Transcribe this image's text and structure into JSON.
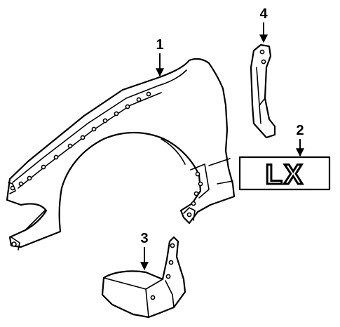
{
  "callouts": [
    {
      "id": "1",
      "label": "1"
    },
    {
      "id": "2",
      "label": "2"
    },
    {
      "id": "3",
      "label": "3"
    },
    {
      "id": "4",
      "label": "4"
    }
  ],
  "badge": {
    "text": "LX"
  },
  "colors": {
    "line": "#000000",
    "background": "#ffffff"
  }
}
